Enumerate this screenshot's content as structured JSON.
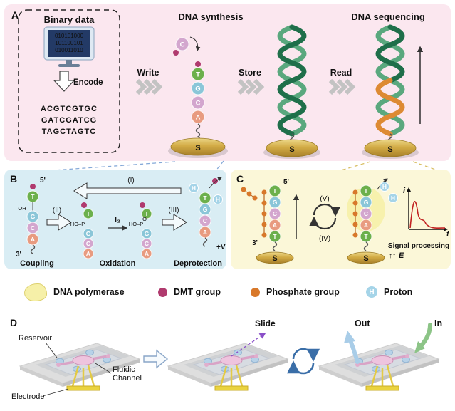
{
  "panel_labels": {
    "a": "A",
    "b": "B",
    "c": "C",
    "d": "D"
  },
  "symbols": {
    "substrate": "S",
    "proton": "H",
    "incoming": "C",
    "bases": [
      "T",
      "G",
      "C",
      "A"
    ],
    "strand": [
      "T",
      "G",
      "C",
      "A",
      "T"
    ]
  },
  "panel_a": {
    "binary_title": "Binary data",
    "binary_lines": [
      "010101000",
      "101100101",
      "010011010"
    ],
    "encode": "Encode",
    "dna_lines": [
      "ACGTCGTGC",
      "GATCGATCG",
      "TAGCTAGTC"
    ],
    "synthesis_title": "DNA synthesis",
    "sequencing_title": "DNA sequencing",
    "write": "Write",
    "store": "Store",
    "read": "Read"
  },
  "panel_b": {
    "five_prime": "5'",
    "three_prime": "3'",
    "oh": "OH",
    "step_i": "(I)",
    "step_ii": "(II)",
    "step_iii": "(III)",
    "iodine": "I₂",
    "p_group": "HO–P",
    "oxygen": "O",
    "coupling": "Coupling",
    "oxidation": "Oxidation",
    "deprotection": "Deprotection",
    "voltage": "+V"
  },
  "panel_c": {
    "five_prime": "5'",
    "three_prime": "3'",
    "step_v": "(V)",
    "step_iv": "(IV)",
    "axis_current": "i",
    "axis_time": "t",
    "field_arrows": "↑↑",
    "field": "E",
    "signal": "Signal processing"
  },
  "legend": {
    "polymerase": "DNA polymerase",
    "dmt": "DMT group",
    "phosphate": "Phosphate group",
    "proton": "Proton"
  },
  "panel_d": {
    "reservoir": "Reservoir",
    "fluidic_line1": "Fluidic",
    "fluidic_line2": "Channel",
    "electrode": "Electrode",
    "slide": "Slide",
    "out": "Out",
    "in_label": "In"
  },
  "colors": {
    "panel_a_bg": "#fbe7ef",
    "panel_b_bg": "#d9edf4",
    "panel_c_bg": "#fbf7d8",
    "base_t": "#6cb04c",
    "base_g": "#8ac6d8",
    "base_c": "#d3a6ce",
    "base_a": "#e89b80",
    "dmt_group": "#b03a6e",
    "phosphate_group": "#d8782a",
    "proton": "#a5d4e8",
    "substrate_gold": "#d4af4e",
    "helix_green_dark": "#1f6f4a",
    "helix_green_light": "#5aa87e",
    "read_strand_orange": "#dd8a33",
    "signal_curve_red": "#c22222",
    "slide_label_purple": "#8a4fc8",
    "out_blue": "#5b9bd5",
    "in_green": "#56a356"
  }
}
